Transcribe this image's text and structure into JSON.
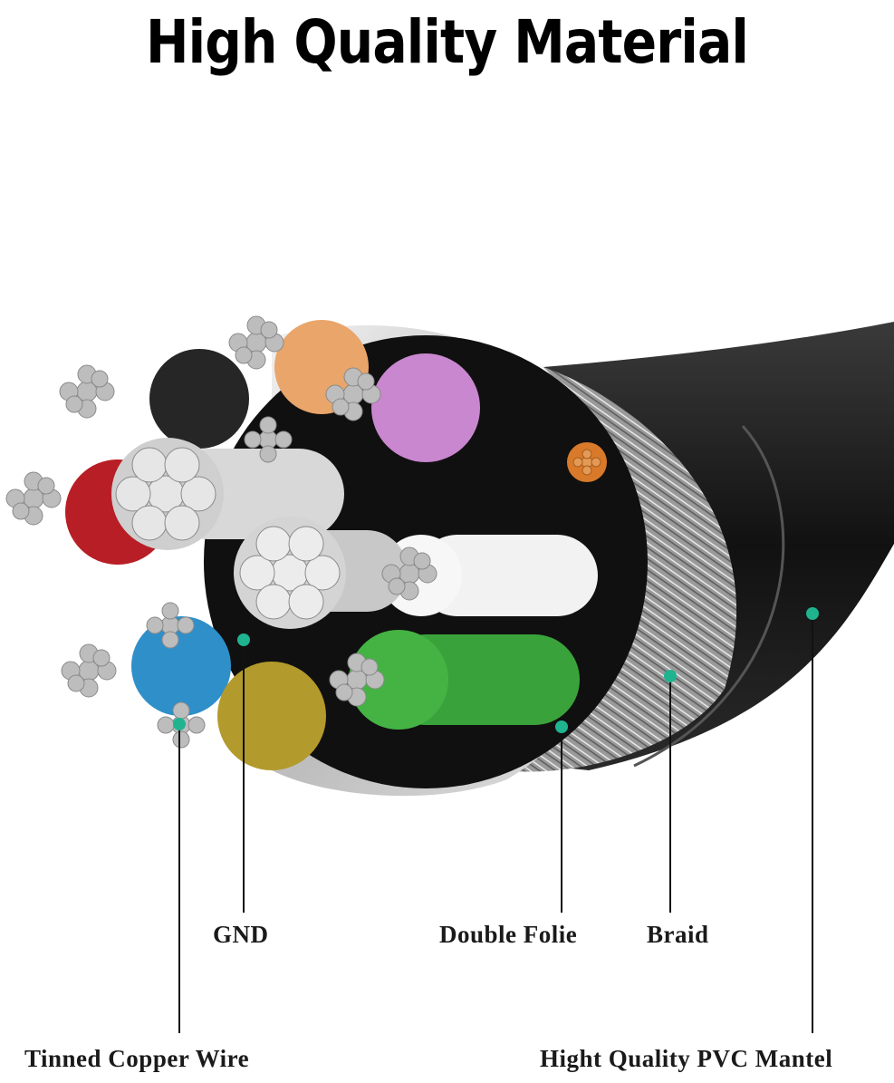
{
  "header": {
    "title": "High Quality Material"
  },
  "callouts": {
    "gnd": "GND",
    "double_folie": "Double Folie",
    "braid": "Braid",
    "tinned_copper_wire": "Tinned Copper Wire",
    "pvc_mantel": "Hight Quality PVC Mantel"
  },
  "colors": {
    "marker": "#1fb38f",
    "jacket": "#1c1c1c",
    "pair_orange": "#e9a56a",
    "pair_purple": "#c987cf",
    "pair_red": "#b81e25",
    "pair_blue": "#2f8fc9",
    "pair_yellow": "#b39a2c",
    "pair_green": "#3aa23a"
  }
}
